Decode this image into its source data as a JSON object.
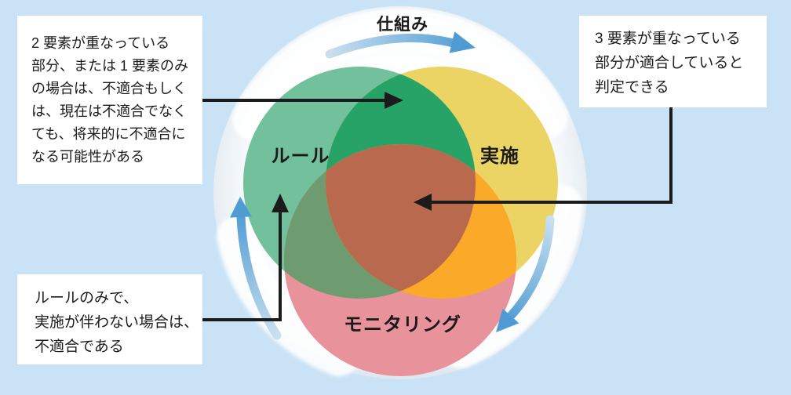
{
  "background_color": "#C9E2F5",
  "title": {
    "text": "仕組み"
  },
  "venn": {
    "circle_rules": {
      "label": "ルール",
      "color": "#73C19C"
    },
    "circle_implementation": {
      "label": "実施",
      "color": "#EBD464"
    },
    "circle_monitoring": {
      "label": "モニタリング",
      "color": "#E8929B"
    },
    "overlap_rules_implementation": {
      "color": "#27A368"
    },
    "overlap_rules_monitoring": {
      "color": "#6F9B70"
    },
    "overlap_implementation_monitoring": {
      "color": "#FAAA28"
    },
    "overlap_center": {
      "color": "#B96A4E"
    }
  },
  "callouts": {
    "two_elements": {
      "lines": [
        "2 要素が重なっている",
        "部分、または 1 要素のみ",
        "の場合は、不適合もしく",
        "は、現在は不適合でなく",
        "ても、将来的に不適合に",
        "なる可能性がある"
      ]
    },
    "three_elements": {
      "lines": [
        "3 要素が重なっている",
        "部分が適合していると",
        "判定できる"
      ]
    },
    "rules_only": {
      "lines": [
        "ルールのみで、",
        "実施が伴わない場合は、",
        "不適合である"
      ]
    }
  },
  "colors": {
    "arrow_blue": "#4E9CD3",
    "arrow_blue_light": "#C9DFF0",
    "connector_black": "#1B1B1B",
    "disc_white": "#FFFFFF"
  }
}
